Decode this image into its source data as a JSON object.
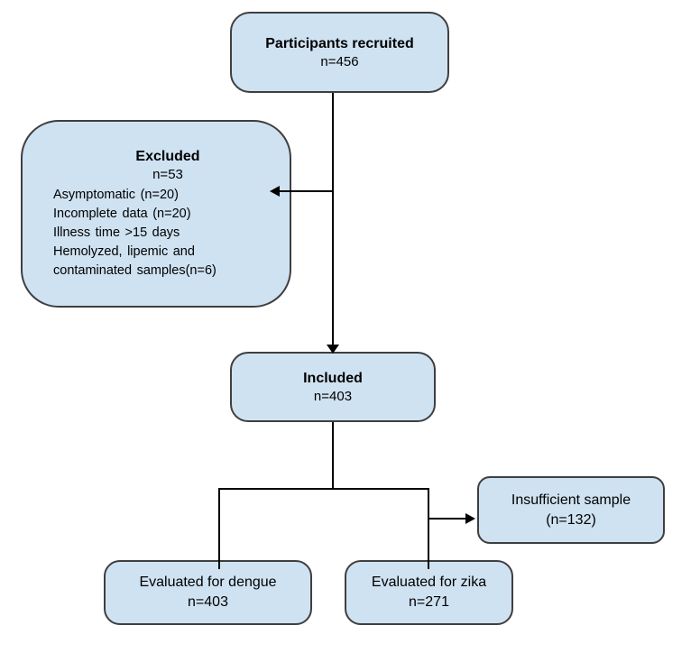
{
  "diagram": {
    "colors": {
      "box_fill": "#cfe2f2",
      "box_border": "#3f3f3f",
      "line": "#000000",
      "text": "#000000"
    },
    "boxes": {
      "recruited": {
        "title": "Participants recruited",
        "n": "n=456"
      },
      "excluded": {
        "title": "Excluded",
        "n": "n=53",
        "items": [
          "Asymptomatic (n=20)",
          "Incomplete data (n=20)",
          "Illness time >15 days",
          "Hemolyzed, lipemic and",
          "contaminated samples(n=6)"
        ]
      },
      "included": {
        "title": "Included",
        "n": "n=403"
      },
      "insufficient": {
        "title": "Insufficient sample",
        "n": "(n=132)"
      },
      "dengue": {
        "title": "Evaluated for dengue",
        "n": "n=403"
      },
      "zika": {
        "title": "Evaluated for zika",
        "n": "n=271"
      }
    },
    "edges": [
      {
        "from": "recruited",
        "to": "included",
        "type": "arrow"
      },
      {
        "from": "recruited-included-line",
        "to": "excluded",
        "type": "arrow"
      },
      {
        "from": "included",
        "to": "dengue",
        "type": "line"
      },
      {
        "from": "included",
        "to": "zika",
        "type": "line"
      },
      {
        "from": "zika-branch",
        "to": "insufficient",
        "type": "arrow"
      }
    ]
  }
}
